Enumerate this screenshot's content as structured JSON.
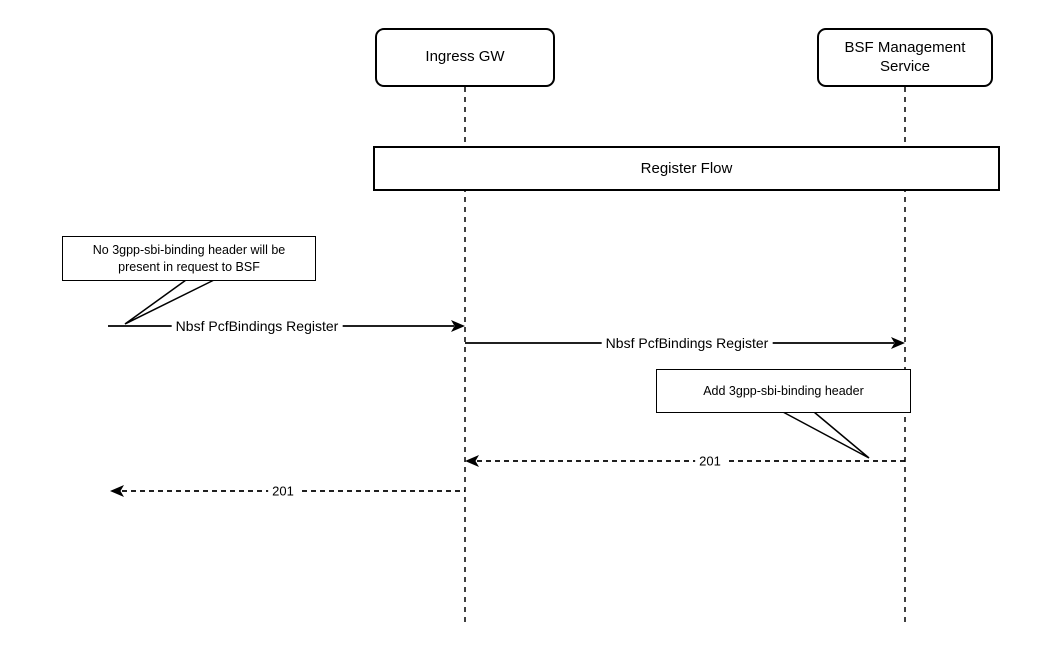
{
  "diagram": {
    "type": "sequence-diagram",
    "colors": {
      "background": "#ffffff",
      "line": "#000000",
      "fill": "#ffffff"
    },
    "actors": [
      {
        "label": "Ingress GW"
      },
      {
        "label": "BSF Management Service"
      }
    ],
    "frame": {
      "label": "Register Flow"
    },
    "notes": [
      {
        "text": "No 3gpp-sbi-binding header will be present in request to BSF"
      },
      {
        "text": "Add 3gpp-sbi-binding header"
      }
    ],
    "messages": [
      {
        "label": "Nbsf PcfBindings Register",
        "style": "solid",
        "direction": "right"
      },
      {
        "label": "Nbsf PcfBindings Register",
        "style": "solid",
        "direction": "right"
      },
      {
        "label": "201",
        "style": "dashed",
        "direction": "left"
      },
      {
        "label": "201",
        "style": "dashed",
        "direction": "left"
      }
    ]
  }
}
